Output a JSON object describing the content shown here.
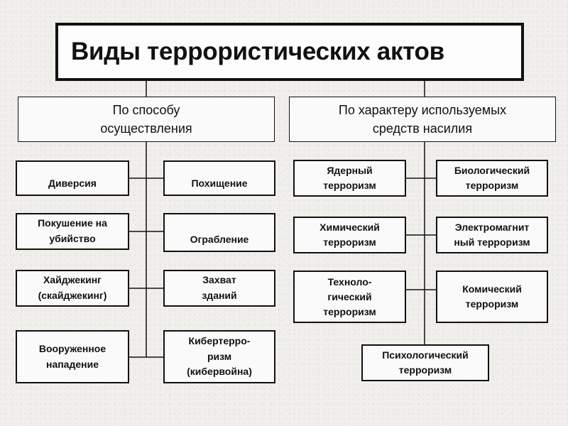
{
  "title": "Виды террористических актов",
  "categories": {
    "left": "По способу\nосуществления",
    "right": "По характеру используемых\nсредств насилия"
  },
  "left_items": [
    "Диверсия",
    "Похищение",
    "Покушение на\nубийство",
    "Ограбление",
    "Хайджекинг\n(скайджекинг)",
    "Захват\nзданий",
    "Вооруженное\nнападение",
    "Кибертерро-\nризм\n(кибервойна)"
  ],
  "right_items": [
    "Ядерный\nтерроризм",
    "Биологический\nтерроризм",
    "Химический\nтерроризм",
    "Электромагнит\nный терроризм",
    "Техноло-\nгический\nтерроризм",
    "Комический\nтерроризм",
    "Психологический\nтерроризм"
  ]
}
